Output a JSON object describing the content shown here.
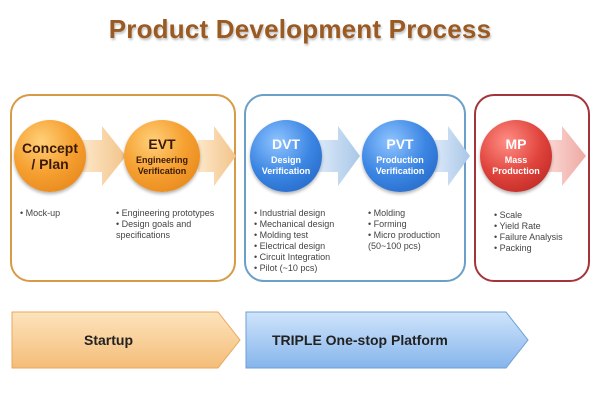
{
  "title": "Product Development Process",
  "stages": [
    {
      "id": "concept",
      "title": "Concept\n/ Plan",
      "subtitle": "",
      "bullets": [
        "Mock-up"
      ]
    },
    {
      "id": "evt",
      "title": "EVT",
      "subtitle": "Engineering Verification",
      "bullets": [
        "Engineering prototypes",
        "Design goals and specifications"
      ]
    },
    {
      "id": "dvt",
      "title": "DVT",
      "subtitle": "Design Verification",
      "bullets": [
        "Industrial design",
        "Mechanical design",
        "Molding test",
        "Electrical design",
        "Circuit Integration",
        "Pilot (~10 pcs)"
      ]
    },
    {
      "id": "pvt",
      "title": "PVT",
      "subtitle": "Production Verification",
      "bullets": [
        "Molding",
        "Forming",
        "Micro production (50~100 pcs)"
      ]
    },
    {
      "id": "mp",
      "title": "MP",
      "subtitle": "Mass Production",
      "bullets": [
        "Scale",
        "Yield Rate",
        "Failure Analysis",
        "Packing"
      ]
    }
  ],
  "phases": [
    {
      "label": "Startup"
    },
    {
      "label": "TRIPLE One-stop Platform"
    }
  ],
  "colors": {
    "orange": "#f6a233",
    "blue": "#3c86e3",
    "red": "#e0443c",
    "title": "#9a5a22"
  }
}
